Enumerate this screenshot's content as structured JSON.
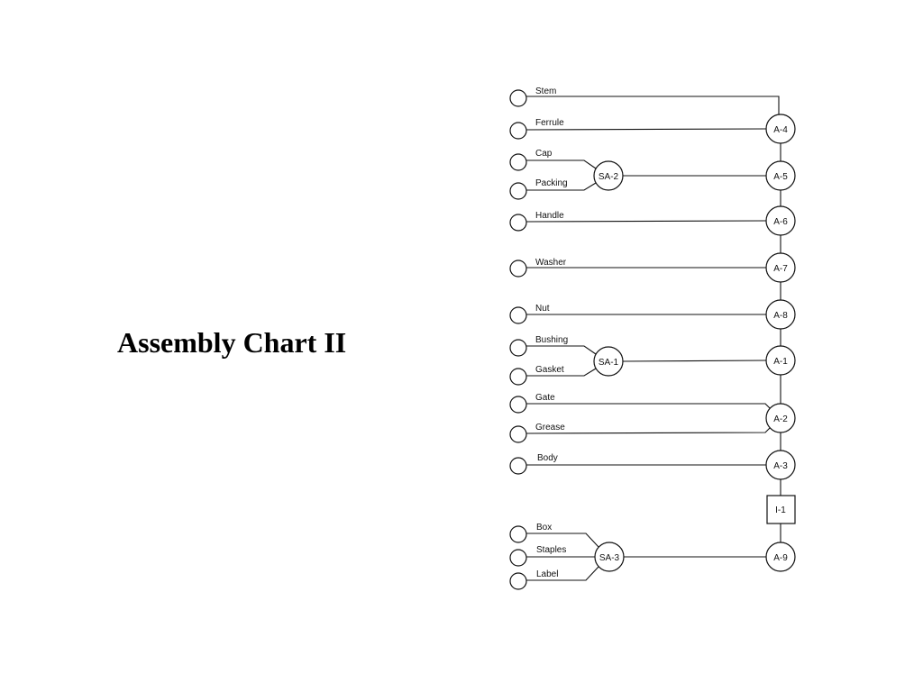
{
  "slide": {
    "title": "Assembly Chart II"
  },
  "assembly_chart": {
    "stations": [
      {
        "operation": "A-4",
        "parts": [
          "Stem",
          "Ferrule"
        ]
      },
      {
        "operation": "A-5",
        "subassembly": {
          "label": "SA-2",
          "parts": [
            "Cap",
            "Packing"
          ]
        }
      },
      {
        "operation": "A-6",
        "parts": [
          "Handle"
        ]
      },
      {
        "operation": "A-7",
        "parts": [
          "Washer"
        ]
      },
      {
        "operation": "A-8",
        "parts": [
          "Nut"
        ]
      },
      {
        "operation": "A-1",
        "subassembly": {
          "label": "SA-1",
          "parts": [
            "Bushing",
            "Gasket"
          ]
        }
      },
      {
        "operation": "A-2",
        "parts": [
          "Gate",
          "Grease"
        ]
      },
      {
        "operation": "A-3",
        "parts": [
          "Body"
        ]
      },
      {
        "inspection": "I-1"
      },
      {
        "operation": "A-9",
        "subassembly": {
          "label": "SA-3",
          "parts": [
            "Box",
            "Staples",
            "Label"
          ]
        }
      }
    ]
  }
}
